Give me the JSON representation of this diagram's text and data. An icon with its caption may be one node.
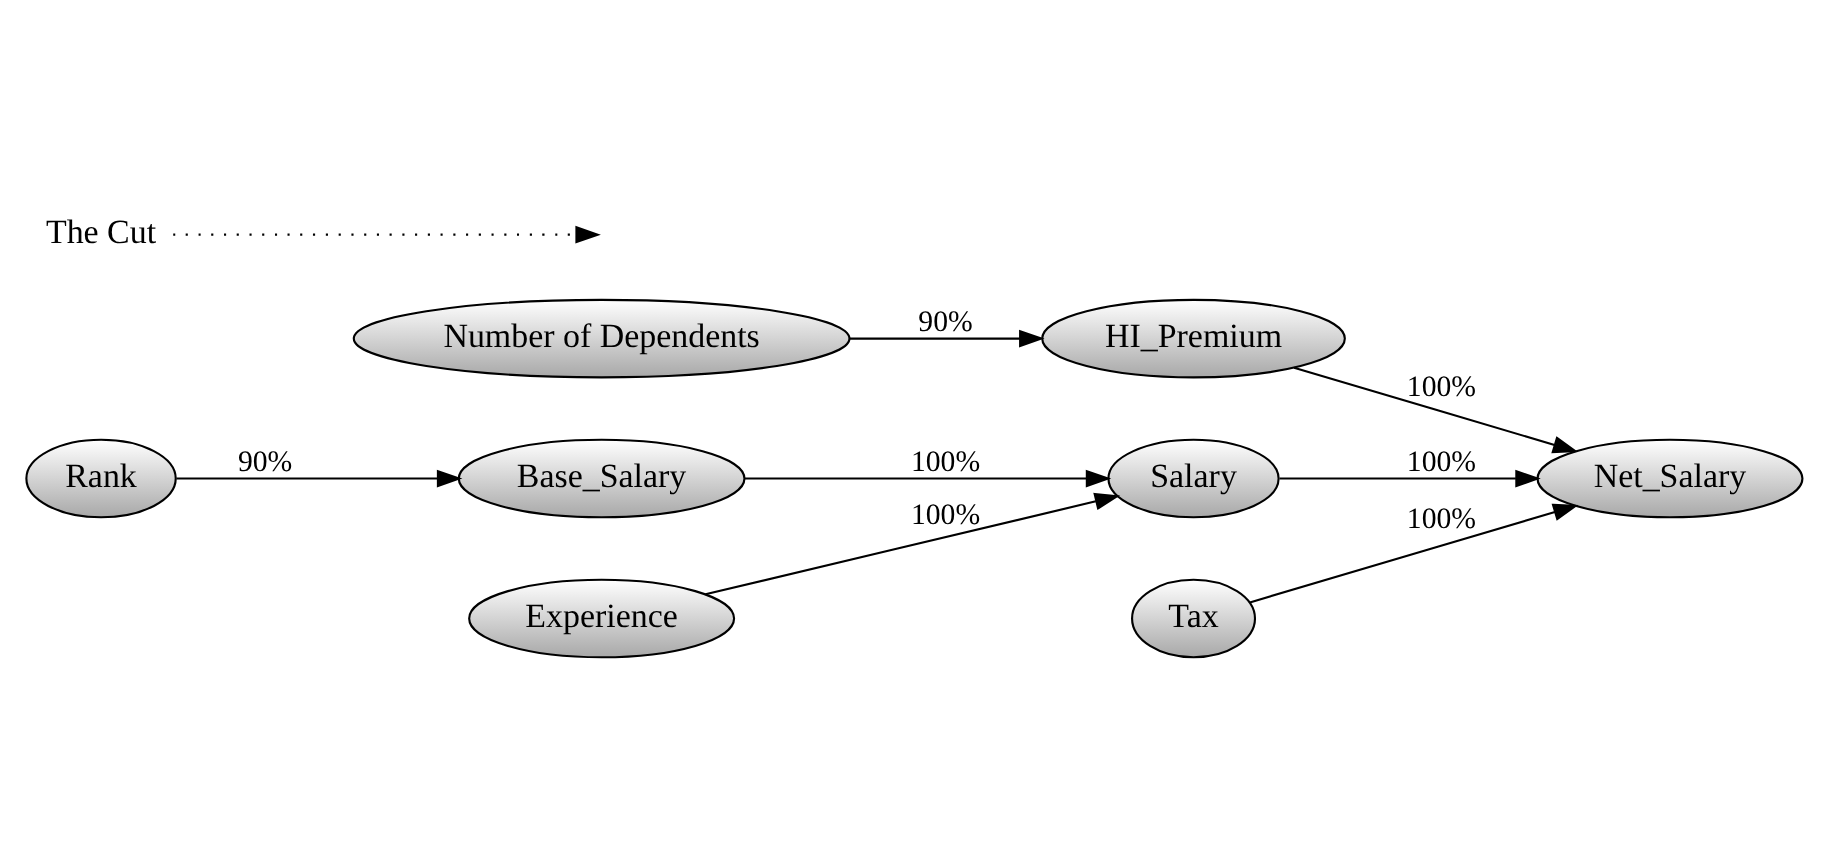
{
  "diagram": {
    "nodes": [
      {
        "text": [
          "Rank"
        ]
      },
      {
        "text": [
          "Base_Salary"
        ]
      },
      {
        "text": [
          "Salary"
        ]
      },
      {
        "text": [
          "Experience"
        ]
      },
      {
        "text": [
          "Number of Dependents"
        ]
      },
      {
        "text": [
          "HI_Premium"
        ]
      },
      {
        "text": [
          "Net_Salary"
        ]
      },
      {
        "text": [
          "Tax"
        ]
      },
      {
        "text": [
          "The Cut"
        ]
      }
    ],
    "edges": [
      {
        "from": 0,
        "to": 1,
        "arrow": "to",
        "label": "90%"
      },
      {
        "from": 1,
        "to": 2,
        "arrow": "to",
        "label": "100%"
      },
      {
        "from": 3,
        "to": 2,
        "arrow": "to",
        "label": "100%"
      },
      {
        "from": 2,
        "to": 6,
        "arrow": "to",
        "label": "100%"
      },
      {
        "from": 4,
        "to": 5,
        "arrow": "to",
        "label": "90%"
      },
      {
        "from": 5,
        "to": 6,
        "arrow": "to",
        "label": "100%"
      },
      {
        "from": 7,
        "to": 6,
        "arrow": "to",
        "label": "100%"
      },
      {
        "from": 8,
        "to": null,
        "arrow": "to",
        "style": "dashed"
      }
    ]
  }
}
